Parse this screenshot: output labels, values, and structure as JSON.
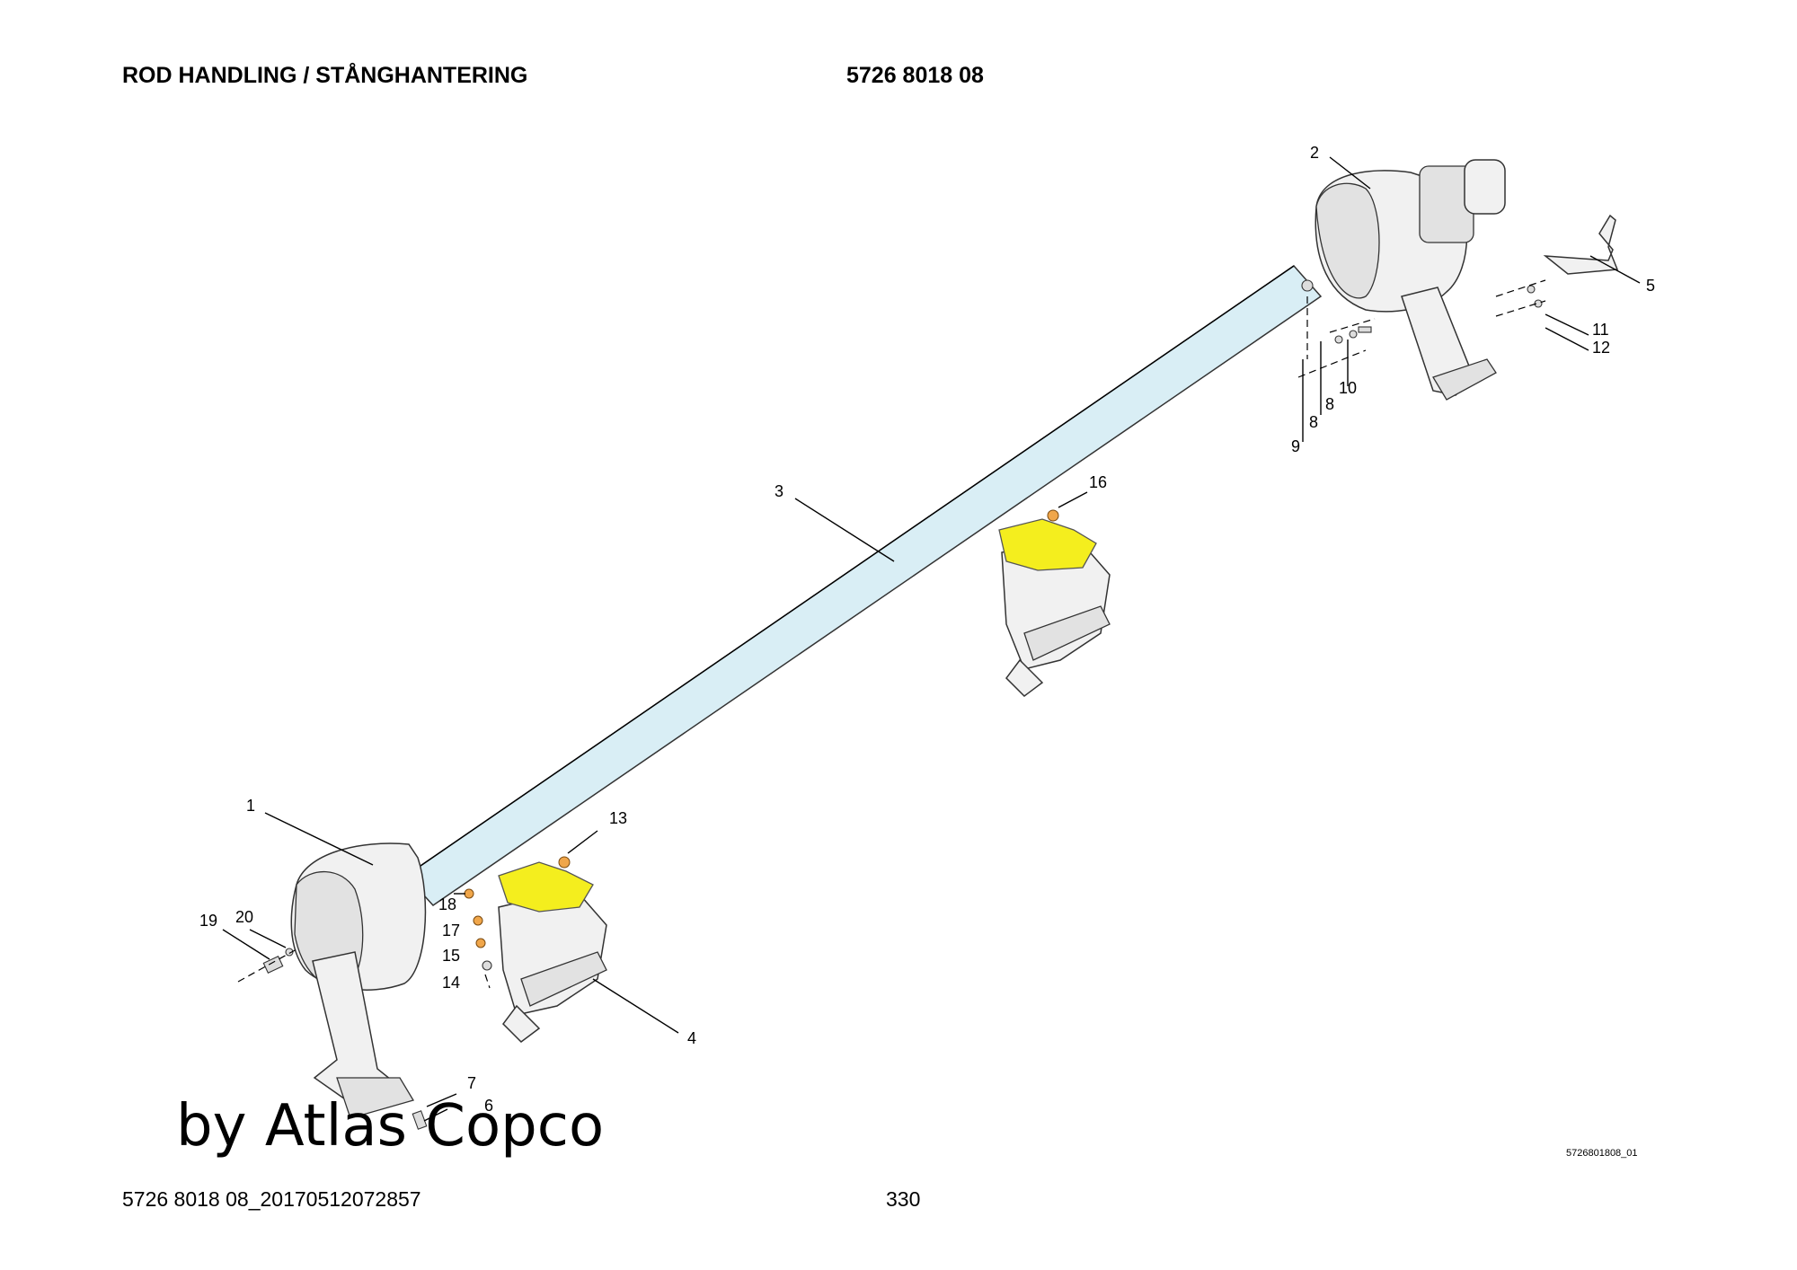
{
  "header": {
    "title": "ROD HANDLING / STÅNGHANTERING",
    "part_number": "5726 8018 08"
  },
  "footer": {
    "document_id": "5726 8018 08_20170512072857",
    "page_number": "330"
  },
  "watermark": "by Atlas Copco",
  "figure_code": "5726801808_01",
  "colors": {
    "rod": "#d9eef5",
    "highlight": "#f4ee1e",
    "washer": "#f0a64a"
  },
  "callouts": [
    "1",
    "2",
    "3",
    "4",
    "5",
    "6",
    "7",
    "8",
    "8",
    "9",
    "10",
    "11",
    "12",
    "13",
    "14",
    "15",
    "16",
    "17",
    "18",
    "19",
    "20"
  ]
}
